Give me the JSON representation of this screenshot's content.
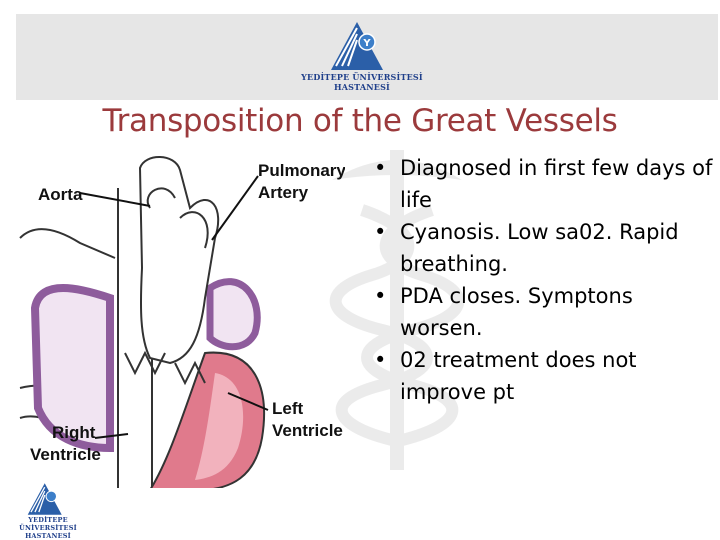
{
  "slide": {
    "title": "Transposition of the Great Vessels",
    "bullets": [
      "Diagnosed in first few days of life",
      "Cyanosis. Low sa02. Rapid breathing.",
      "PDA closes. Symptons worsen.",
      "02 treatment does not improve pt"
    ]
  },
  "logo": {
    "line1": "YEDİTEPE ÜNİVERSİTESİ",
    "line2": "HASTANESİ"
  },
  "diagram": {
    "labels": {
      "aorta": "Aorta",
      "pulmonary_artery_1": "Pulmonary",
      "pulmonary_artery_2": "Artery",
      "left_ventricle_1": "Left",
      "left_ventricle_2": "Ventricle",
      "right_ventricle_1": "Right",
      "right_ventricle_2": "Ventricle"
    }
  },
  "colors": {
    "title": "#9b3a3c",
    "header_band": "#e6e6e6",
    "logo_blue": "#1f3f8a",
    "heart_pink": "#e07a8c",
    "heart_purple": "#8e5c9c"
  }
}
